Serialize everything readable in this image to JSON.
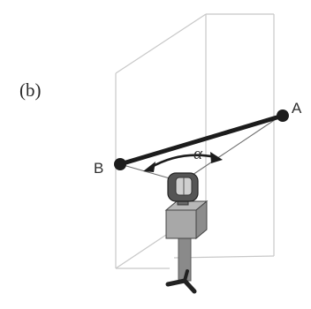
{
  "panel_label": "(b)",
  "points": {
    "a_label": "A",
    "b_label": "B"
  },
  "angle_label": "α",
  "colors": {
    "frame": "#c8c8c8",
    "bar": "#1c1c1c",
    "sight_lines": "#6e6e6e",
    "camera_head": "#5a5a5a",
    "camera_body": "#9a9a9a",
    "tripod": "#7a7a7a"
  },
  "icons": {
    "camera": "camera-on-tripod-icon"
  }
}
